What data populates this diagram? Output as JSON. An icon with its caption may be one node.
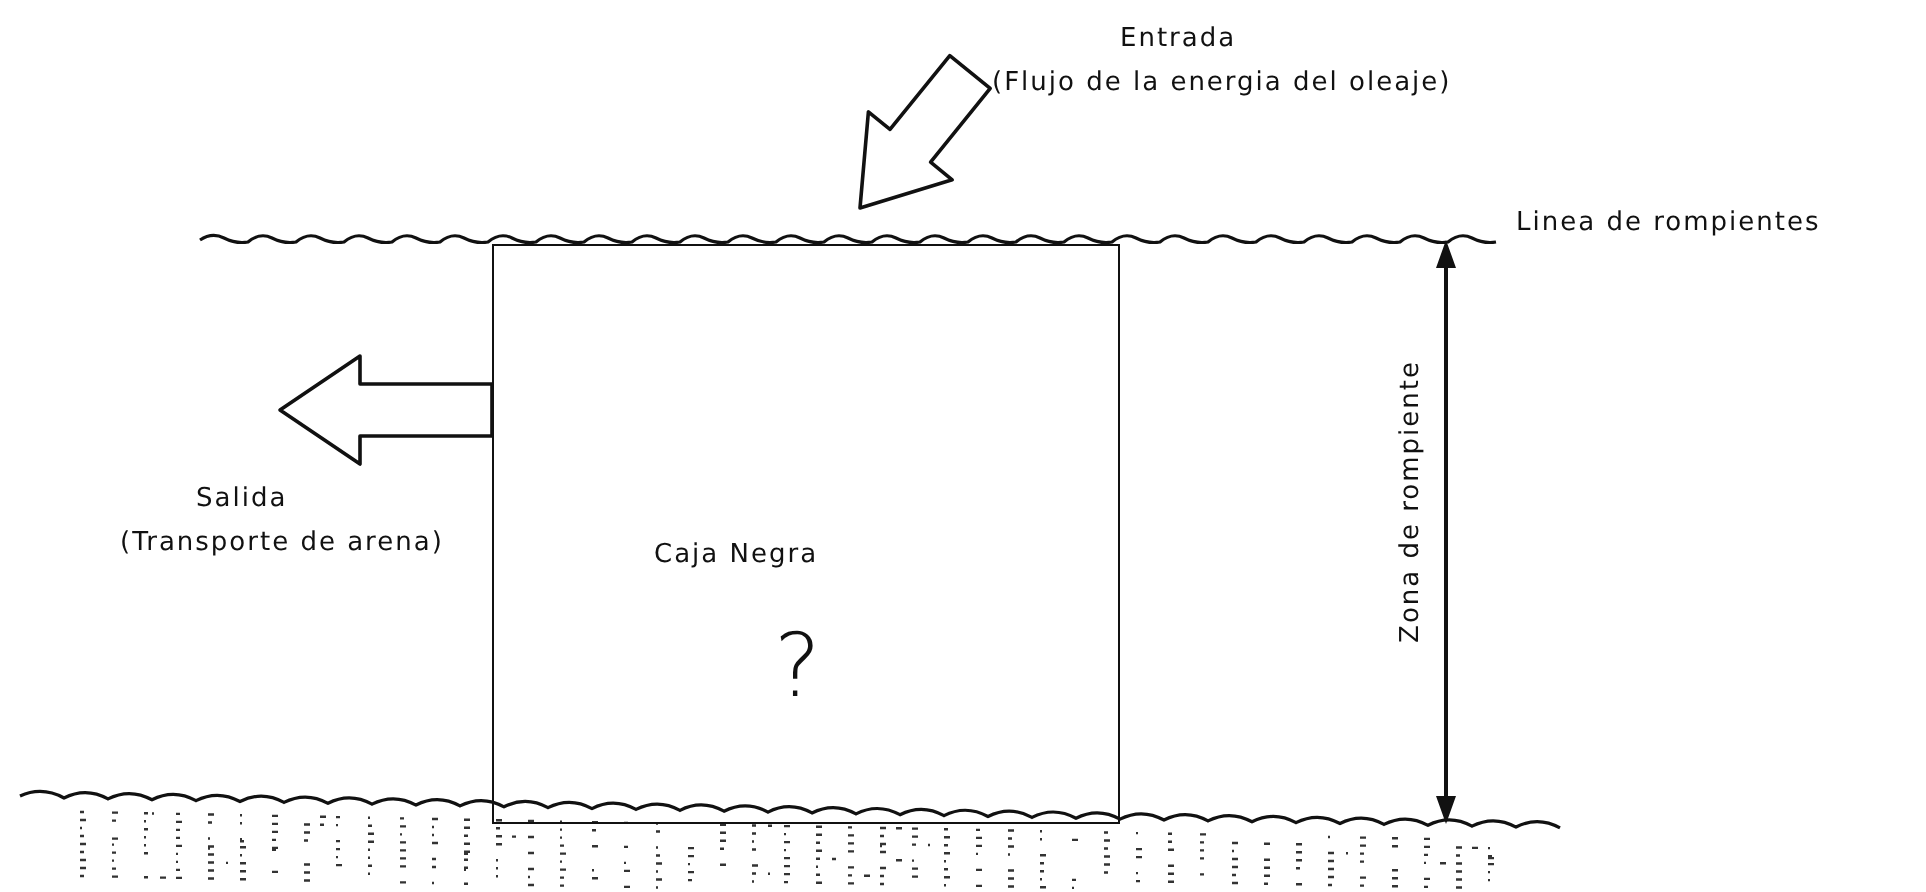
{
  "diagram": {
    "nodes": [
      {
        "text": [
          "Caja Negra",
          "?"
        ]
      },
      {
        "text": [
          "Entrada",
          "(Flujo de la energia del oleaje)"
        ]
      },
      {
        "text": [
          "Salida",
          "(Transporte de arena)"
        ]
      }
    ],
    "edges": [
      {
        "from": 1,
        "to": 0,
        "arrow": "to"
      },
      {
        "from": 0,
        "to": 2,
        "arrow": "to"
      }
    ],
    "labels": [
      "Linea de rompientes",
      "Zona de rompiente"
    ]
  }
}
